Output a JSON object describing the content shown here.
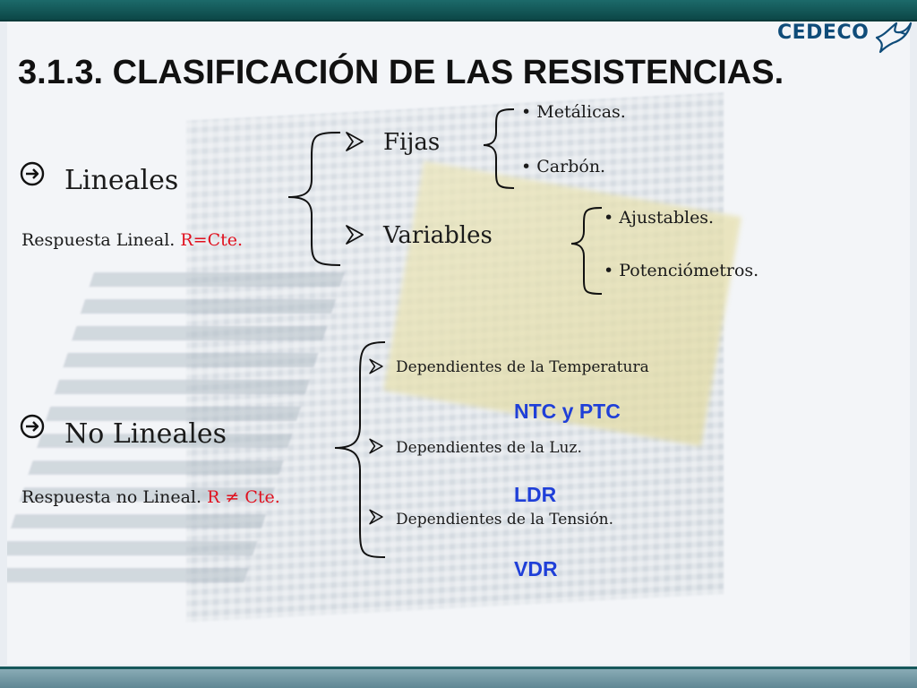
{
  "title": "3.1.3. CLASIFICACIÓN DE LAS RESISTENCIAS.",
  "logo": {
    "text": "CEDECO"
  },
  "lineales": {
    "label": "Lineales",
    "response_prefix": "Respuesta  Lineal.",
    "response_value": "R=Cte.",
    "fijas": {
      "label": "Fijas",
      "items": [
        "Metálicas.",
        "Carbón."
      ]
    },
    "variables": {
      "label": "Variables",
      "items": [
        "Ajustables.",
        "Potenciómetros."
      ]
    }
  },
  "no_lineales": {
    "label": "No  Lineales",
    "response_prefix": "Respuesta  no  Lineal.",
    "response_value": "R ≠ Cte.",
    "items": [
      {
        "label": "Dependientes  de  la  Temperatura",
        "example": "NTC y PTC"
      },
      {
        "label": "Dependientes  de  la  Luz.",
        "example": "LDR"
      },
      {
        "label": "Dependientes  de  la  Tensión.",
        "example": "VDR"
      }
    ]
  },
  "colors": {
    "accent_red": "#e0101e",
    "accent_blue": "#1f3fd8",
    "header_bar": "#0c4747",
    "logo_blue": "#0f4c79"
  },
  "icons": {
    "main_bullet": "circle-arrow-icon",
    "sub_bullet": "arrowhead-icon",
    "list_bullet": "dot-icon",
    "logo_mark": "dove-icon"
  }
}
